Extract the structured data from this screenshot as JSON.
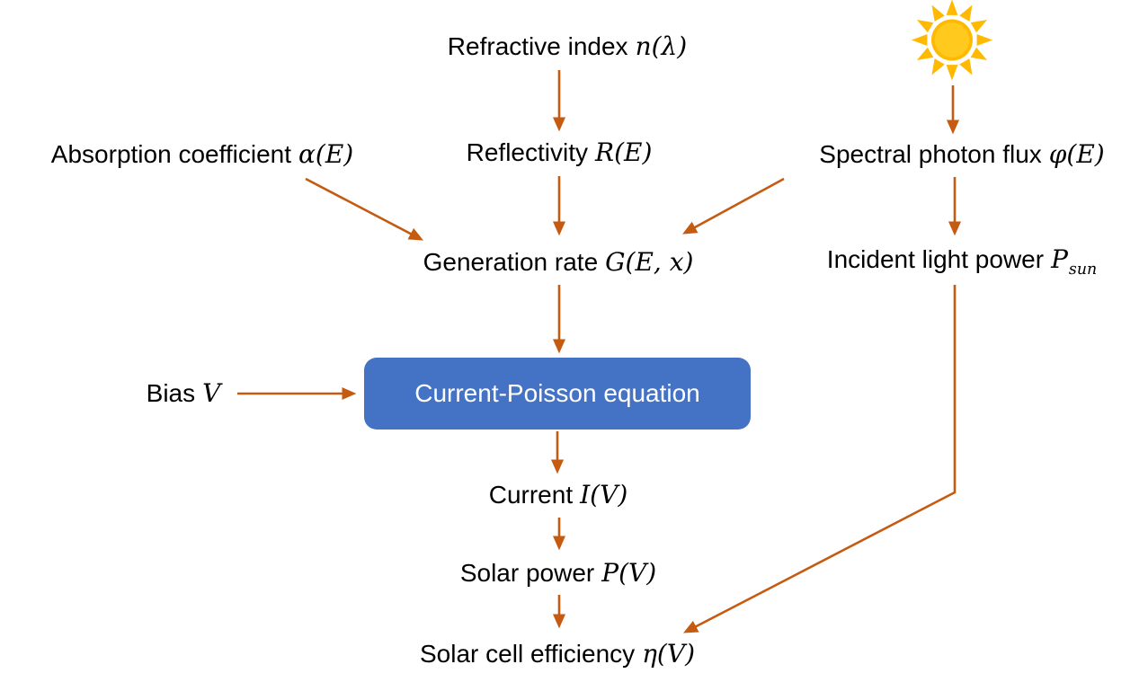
{
  "colors": {
    "arrow": "#C55A11",
    "box_fill": "#4472C4",
    "box_text": "#FFFFFF",
    "sun_core": "#FFC000",
    "sun_rays": "#FFB900",
    "text": "#000000"
  },
  "nodes": {
    "refractive_index": {
      "text": "Refractive index",
      "math": "n(λ)"
    },
    "absorption_coefficient": {
      "text": "Absorption coefficient",
      "math": "α(E)"
    },
    "reflectivity": {
      "text": "Reflectivity",
      "math": "R(E)"
    },
    "spectral_photon_flux": {
      "text": "Spectral photon flux",
      "math": "φ(E)"
    },
    "generation_rate": {
      "text": "Generation rate",
      "math": "G(E, x)"
    },
    "incident_light_power": {
      "text": "Incident light power",
      "math": "P",
      "math_sub": "sun"
    },
    "bias": {
      "text": "Bias",
      "math": "V"
    },
    "current_poisson": {
      "text": "Current-Poisson equation"
    },
    "current": {
      "text": "Current",
      "math": "I(V)"
    },
    "solar_power": {
      "text": "Solar power",
      "math": "P(V)"
    },
    "solar_cell_efficiency": {
      "text": "Solar cell efficiency",
      "math": "η(V)"
    }
  },
  "icons": {
    "sun": "sun-icon"
  },
  "edges": [
    {
      "from": "refractive_index",
      "to": "reflectivity"
    },
    {
      "from": "sun",
      "to": "spectral_photon_flux"
    },
    {
      "from": "absorption_coefficient",
      "to": "generation_rate"
    },
    {
      "from": "reflectivity",
      "to": "generation_rate"
    },
    {
      "from": "spectral_photon_flux",
      "to": "generation_rate"
    },
    {
      "from": "spectral_photon_flux",
      "to": "incident_light_power"
    },
    {
      "from": "generation_rate",
      "to": "current_poisson"
    },
    {
      "from": "bias",
      "to": "current_poisson"
    },
    {
      "from": "current_poisson",
      "to": "current"
    },
    {
      "from": "current",
      "to": "solar_power"
    },
    {
      "from": "solar_power",
      "to": "solar_cell_efficiency"
    },
    {
      "from": "incident_light_power",
      "to": "solar_cell_efficiency"
    }
  ]
}
